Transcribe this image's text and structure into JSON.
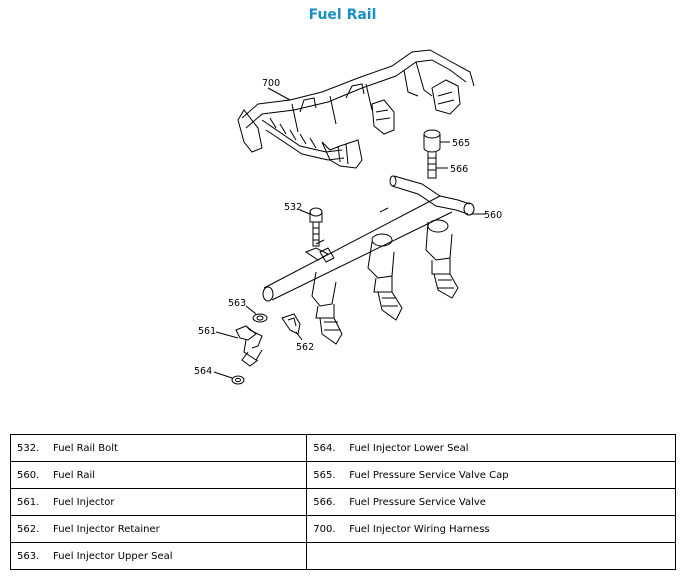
{
  "title": "Fuel Rail",
  "callouts": {
    "c700": "700",
    "c565": "565",
    "c566": "566",
    "c532": "532",
    "c560": "560",
    "c563": "563",
    "c561": "561",
    "c562": "562",
    "c564": "564"
  },
  "legend": {
    "rows": [
      [
        {
          "num": "532.",
          "name": "Fuel Rail Bolt"
        },
        {
          "num": "564.",
          "name": "Fuel Injector Lower Seal"
        }
      ],
      [
        {
          "num": "560.",
          "name": "Fuel Rail"
        },
        {
          "num": "565.",
          "name": "Fuel Pressure Service Valve Cap"
        }
      ],
      [
        {
          "num": "561.",
          "name": "Fuel Injector"
        },
        {
          "num": "566.",
          "name": "Fuel Pressure Service Valve"
        }
      ],
      [
        {
          "num": "562.",
          "name": "Fuel Injector Retainer"
        },
        {
          "num": "700.",
          "name": "Fuel Injector Wiring Harness"
        }
      ],
      [
        {
          "num": "563.",
          "name": "Fuel Injector Upper Seal"
        },
        {
          "num": "",
          "name": ""
        }
      ]
    ]
  }
}
